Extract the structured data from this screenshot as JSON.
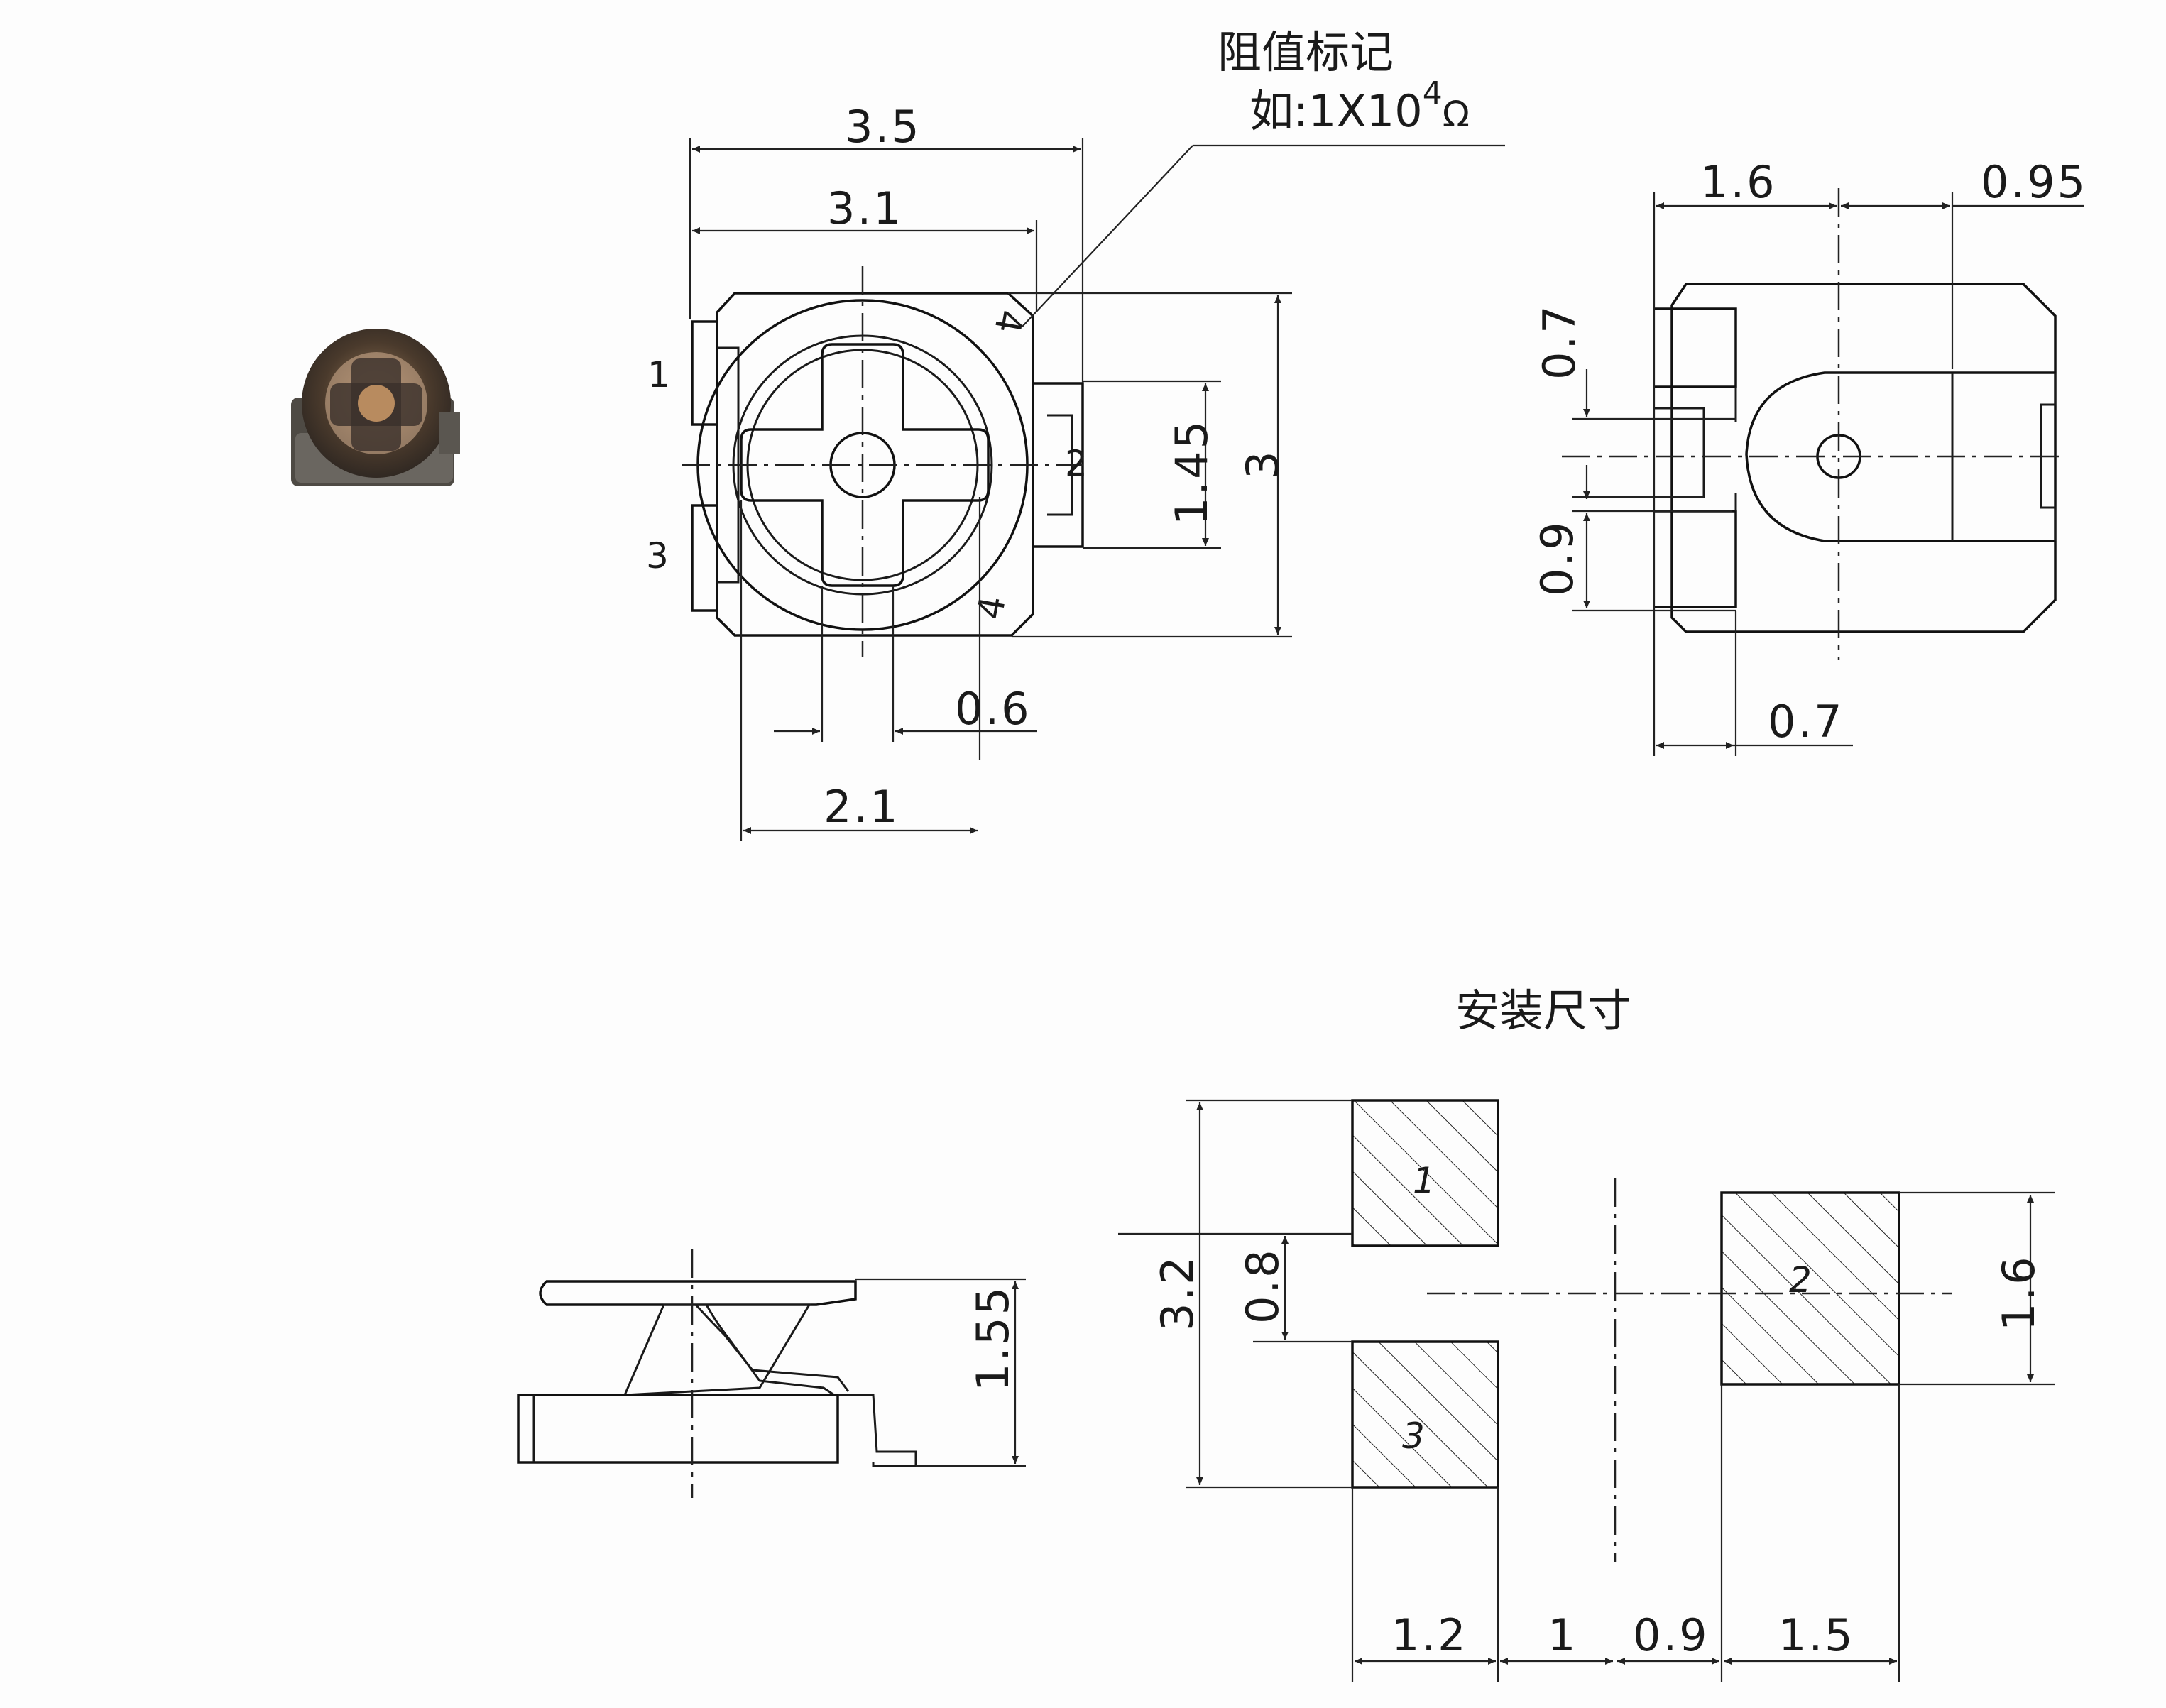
{
  "annotation": {
    "label": "阻值标记",
    "example_prefix": "如:1X10",
    "example_exp": "4",
    "example_unit": "Ω"
  },
  "top_view": {
    "width_outer": "3.5",
    "width_body": "3.1",
    "height": "3",
    "pad2_height": "1.45",
    "slot_width": "0.6",
    "cross_width": "2.1",
    "pins": [
      "1",
      "2",
      "3",
      "4"
    ]
  },
  "side_view_right": {
    "width_left": "1.6",
    "width_right": "0.95",
    "pad_height": "0.7",
    "gap": "0.9",
    "bottom_width": "0.7"
  },
  "front_view": {
    "height": "1.55"
  },
  "footprint": {
    "title": "安装尺寸",
    "total_height": "3.2",
    "pad_gap": "0.8",
    "pad2_height": "1.6",
    "pad_width_left": "1.2",
    "gap_left": "1",
    "gap_right": "0.9",
    "pad_width_right": "1.5",
    "pad_labels": [
      "1",
      "2",
      "3"
    ]
  },
  "colors": {
    "ink": "#1a1a1a",
    "paper": "#fdfdfd"
  }
}
